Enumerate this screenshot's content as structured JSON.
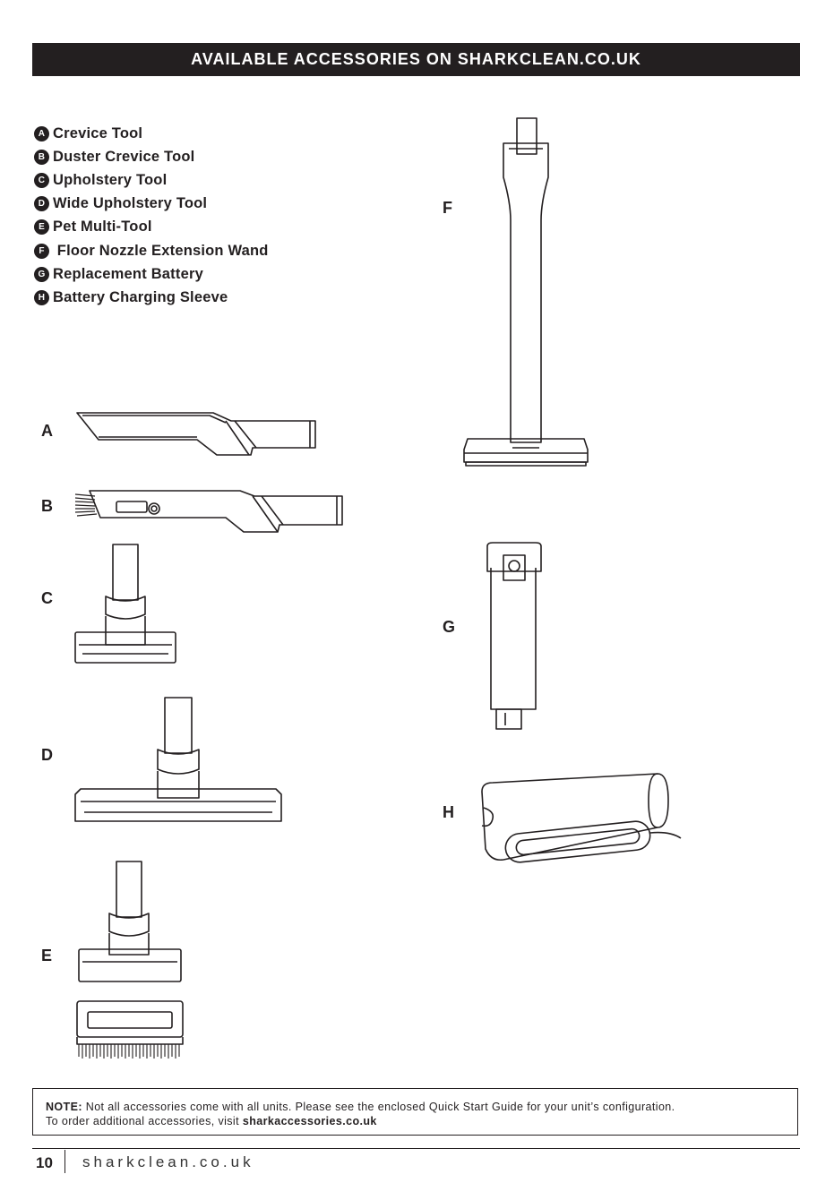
{
  "header": {
    "title": "AVAILABLE ACCESSORIES ON SHARKCLEAN.CO.UK"
  },
  "legend": [
    {
      "letter": "A",
      "label": "Crevice Tool",
      "icon": "letter-a-badge"
    },
    {
      "letter": "B",
      "label": "Duster Crevice Tool",
      "icon": "letter-b-badge"
    },
    {
      "letter": "C",
      "label": "Upholstery Tool",
      "icon": "letter-c-badge"
    },
    {
      "letter": "D",
      "label": "Wide Upholstery Tool",
      "icon": "letter-d-badge"
    },
    {
      "letter": "E",
      "label": "Pet Multi-Tool",
      "icon": "letter-e-badge"
    },
    {
      "letter": "F",
      "label": " Floor Nozzle Extension Wand",
      "icon": "letter-f-badge"
    },
    {
      "letter": "G",
      "label": "Replacement Battery",
      "icon": "letter-g-badge"
    },
    {
      "letter": "H",
      "label": "Battery Charging Sleeve",
      "icon": "letter-h-badge"
    }
  ],
  "figure_labels": {
    "a": "A",
    "b": "B",
    "c": "C",
    "d": "D",
    "e": "E",
    "f": "F",
    "g": "G",
    "h": "H"
  },
  "note": {
    "prefix": "NOTE:",
    "text": " Not all accessories come with all units. Please see the enclosed Quick Start Guide for your unit’s configuration.",
    "line2": "To order additional accessories, visit ",
    "link": "sharkaccessories.co.uk"
  },
  "footer": {
    "page_number": "10",
    "site": "sharkclean.co.uk"
  },
  "colors": {
    "ink": "#231f20",
    "paper": "#ffffff"
  }
}
